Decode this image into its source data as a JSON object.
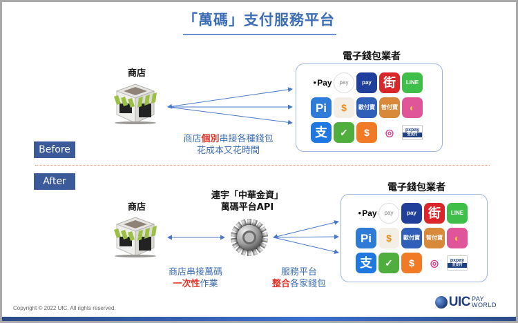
{
  "title": "「萬碼」支付服務平台",
  "before": {
    "tag": "Before",
    "store_label": "商店",
    "wallet_box_title": "電子錢包業者",
    "note": {
      "line1_a": "商店",
      "line1_highlight": "個別",
      "line1_b": "串接各種錢包",
      "line2": "花成本又花時間"
    }
  },
  "after": {
    "tag": "After",
    "store_label": "商店",
    "platform_label_line1": "連宇「中華金資」",
    "platform_label_line2": "萬碼平台API",
    "wallet_box_title": "電子錢包業者",
    "note_store": {
      "line1": "商店串接萬碼",
      "line2_highlight": "一次性",
      "line2_b": "作業"
    },
    "note_platform": {
      "line1": "服務平台",
      "line2_highlight": "整合",
      "line2_b": "各家錢包"
    }
  },
  "wallets": [
    {
      "name": "apple-pay",
      "text": "Pay",
      "bg": "#ffffff",
      "color": "#000000"
    },
    {
      "name": "android-pay",
      "text": "pay",
      "bg": "#ffffff",
      "color": "#7a7a7a"
    },
    {
      "name": "samsung-pay",
      "text": "pay",
      "bg": "#1f3f9a",
      "color": "#ffffff"
    },
    {
      "name": "jko-pay",
      "text": "街",
      "bg": "#d8262b",
      "color": "#ffffff"
    },
    {
      "name": "line-pay",
      "text": "LINE",
      "bg": "#3fbe4a",
      "color": "#ffffff"
    },
    {
      "name": "pi-wallet",
      "text": "Pi",
      "bg": "#2e7bd8",
      "color": "#ffffff"
    },
    {
      "name": "dollar-wallet-a",
      "text": "$",
      "bg": "#f4efe6",
      "color": "#f08a1c"
    },
    {
      "name": "ezpay",
      "text": "歐付寶",
      "bg": "#2f5fb8",
      "color": "#ffffff"
    },
    {
      "name": "pay2go",
      "text": "智付寶",
      "bg": "#d88a3a",
      "color": "#ffffff"
    },
    {
      "name": "pink-wallet",
      "text": "◐",
      "bg": "#e0559a",
      "color": "#f2c14a"
    },
    {
      "name": "alipay",
      "text": "支",
      "bg": "#1e78e0",
      "color": "#ffffff"
    },
    {
      "name": "wechat-pay",
      "text": "✓",
      "bg": "#4fae3e",
      "color": "#ffffff"
    },
    {
      "name": "dollar-wallet-b",
      "text": "$",
      "bg": "#f07a26",
      "color": "#ffffff"
    },
    {
      "name": "colorful-wallet",
      "text": "◎",
      "bg": "#ffffff",
      "color": "#d43a8a"
    },
    {
      "name": "pxpay",
      "text": "pxpay",
      "sub": "全支付",
      "bg": "#ffffff",
      "color": "#1e3f80"
    }
  ],
  "footer": {
    "copyright": "Copyright © 2022 UIC. All rights reserved.",
    "logo_main": "UIC",
    "logo_sub1": "PAY",
    "logo_sub2": "WORLD"
  },
  "colors": {
    "accent_blue": "#3d6eb5",
    "highlight_red": "#e0342b",
    "tag_bg": "#3a5a9a",
    "divider": "#f0a070"
  }
}
